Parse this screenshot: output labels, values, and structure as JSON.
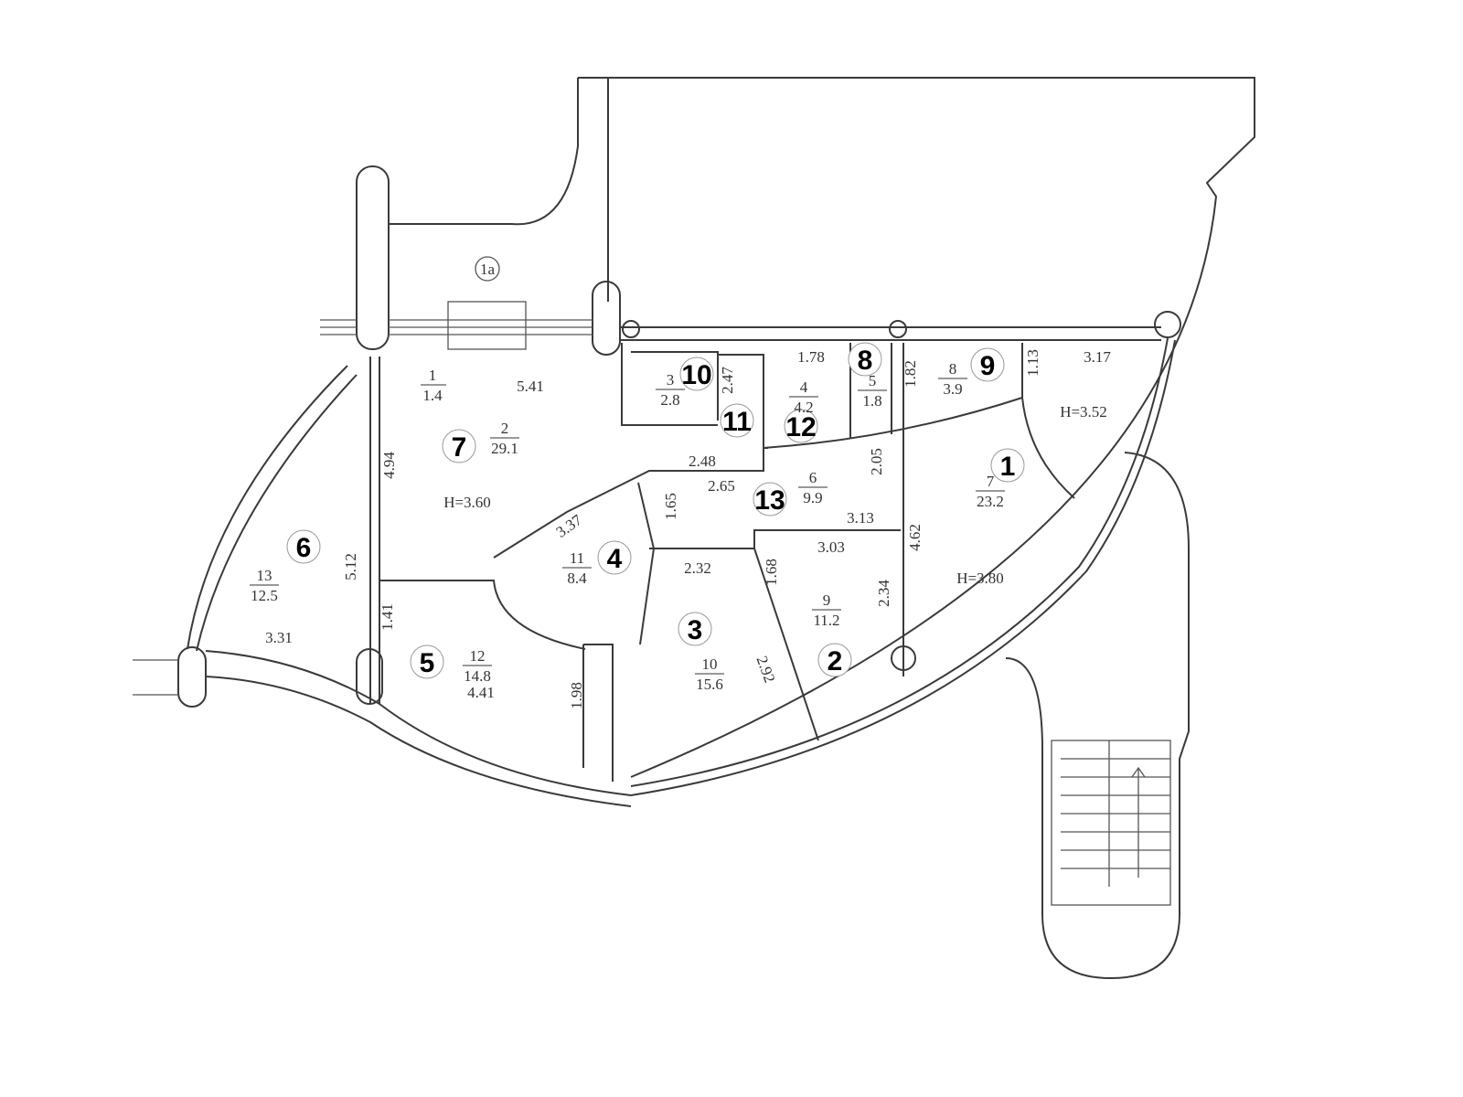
{
  "plan": {
    "balcony_marker": "1a",
    "rooms": [
      {
        "marker": "1",
        "number": "7",
        "area": "23.2"
      },
      {
        "marker": "2",
        "number": "9",
        "area": "11.2"
      },
      {
        "marker": "3",
        "number": "10",
        "area": "15.6"
      },
      {
        "marker": "4",
        "number": "11",
        "area": "8.4"
      },
      {
        "marker": "5",
        "number": "12",
        "area": "14.8"
      },
      {
        "marker": "6",
        "number": "13",
        "area": "12.5"
      },
      {
        "marker": "7",
        "number": "2",
        "area": "29.1"
      },
      {
        "marker": "8",
        "number": "5",
        "area": "1.8"
      },
      {
        "marker": "9",
        "number": "8",
        "area": "3.9"
      },
      {
        "marker": "10",
        "number": "3",
        "area": "2.8"
      },
      {
        "marker": "11",
        "number": "",
        "area": ""
      },
      {
        "marker": "12",
        "number": "4",
        "area": "4.2"
      },
      {
        "marker": "13",
        "number": "6",
        "area": "9.9"
      }
    ],
    "balcony_room": {
      "number": "1",
      "area": "1.4"
    },
    "dimensions": [
      "5.41",
      "1.78",
      "2.47",
      "1.82",
      "1.13",
      "3.17",
      "H=3.52",
      "4.94",
      "H=3.60",
      "2.48",
      "2.65",
      "1.65",
      "3.37",
      "2.05",
      "3.13",
      "3.03",
      "4.62",
      "H=3.80",
      "2.32",
      "1.68",
      "2.34",
      "5.12",
      "1.41",
      "3.31",
      "4.41",
      "1.98",
      "2.92"
    ]
  }
}
